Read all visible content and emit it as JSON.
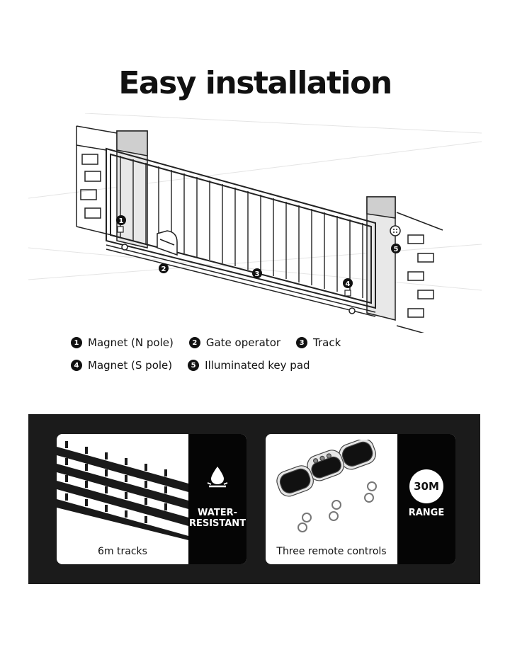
{
  "title": "Easy installation",
  "diagram": {
    "markers": [
      "1",
      "2",
      "3",
      "4",
      "5"
    ]
  },
  "legend": [
    {
      "num": "1",
      "label": "Magnet (N pole)"
    },
    {
      "num": "2",
      "label": "Gate operator"
    },
    {
      "num": "3",
      "label": "Track"
    },
    {
      "num": "4",
      "label": "Magnet (S pole)"
    },
    {
      "num": "5",
      "label": "Illuminated key pad"
    }
  ],
  "features": {
    "tracks": {
      "caption": "6m tracks",
      "side_line1": "WATER-",
      "side_line2": "RESISTANT",
      "icon": "water-drop-icon"
    },
    "remotes": {
      "caption": "Three remote controls",
      "badge": "30M",
      "side_label": "RANGE"
    }
  },
  "colors": {
    "panel": "#1b1b1b",
    "side": "#050505",
    "ink": "#111111"
  }
}
